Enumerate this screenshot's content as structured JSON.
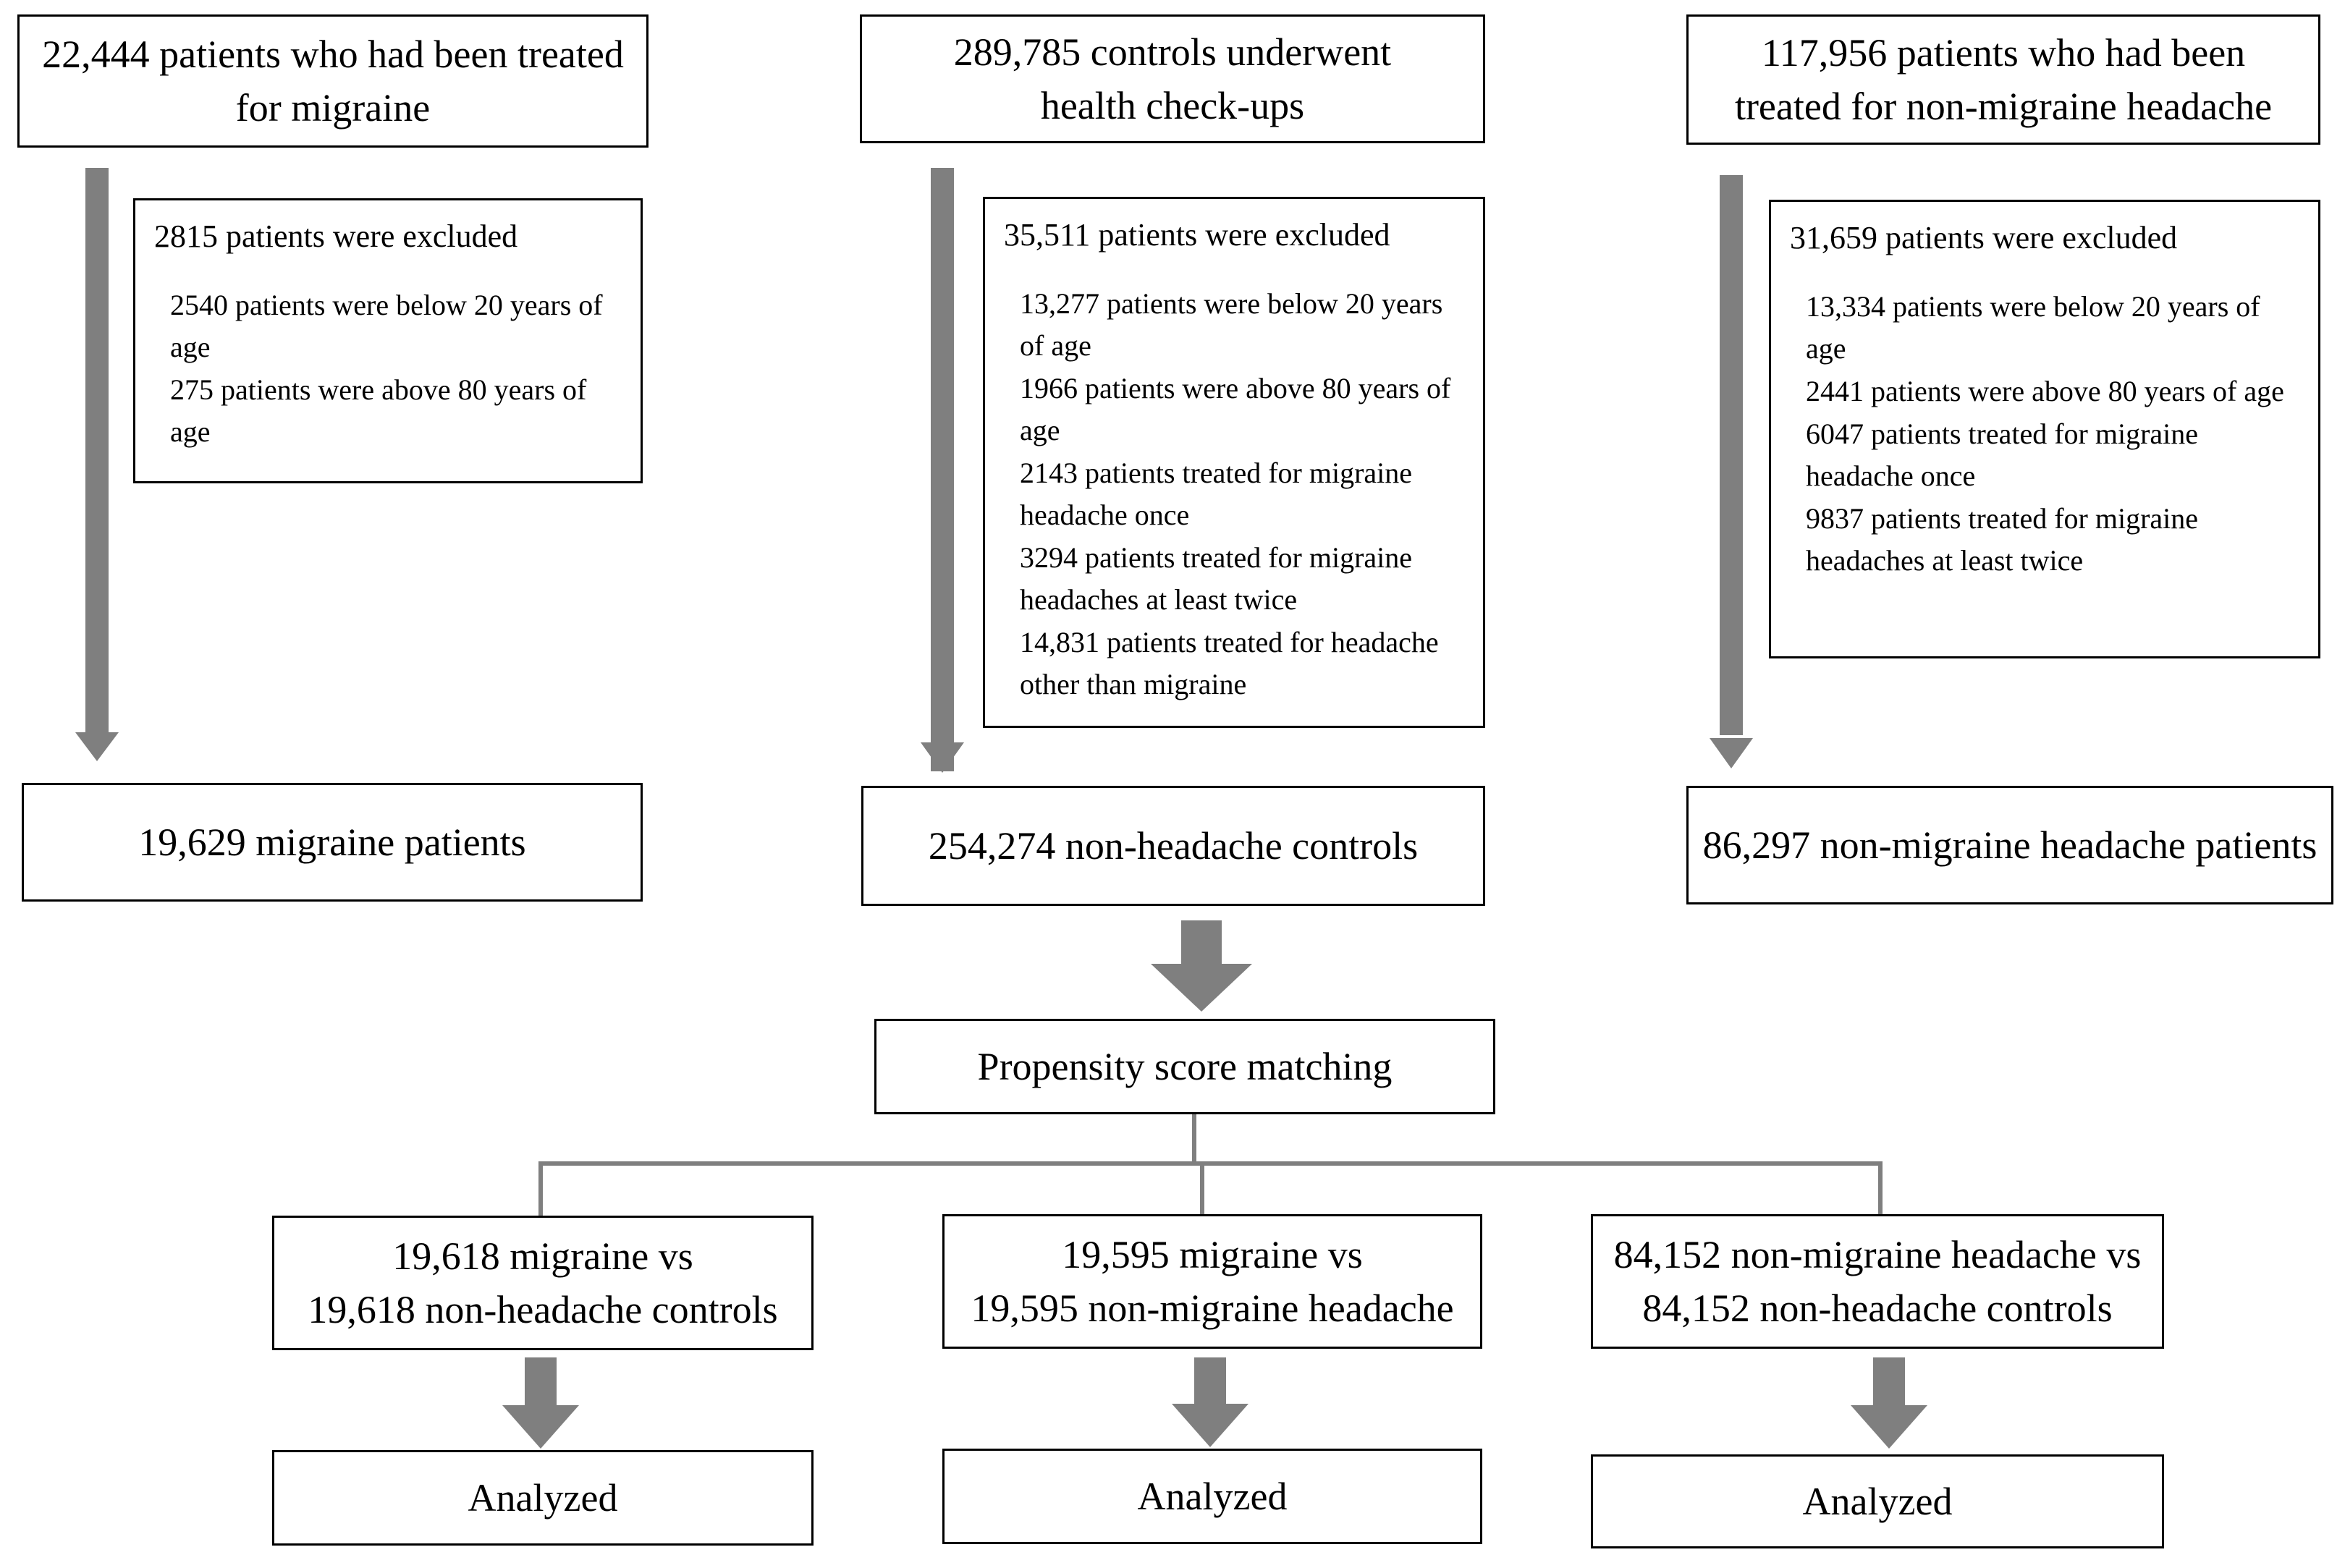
{
  "diagram": {
    "sources": [
      {
        "line1": "22,444 patients who had been treated",
        "line2": "for migraine"
      },
      {
        "line1": "289,785 controls underwent",
        "line2": "health check-ups"
      },
      {
        "line1": "117,956 patients who had been",
        "line2": "treated for non-migraine headache"
      }
    ],
    "exclusions": [
      {
        "head": "2815 patients were excluded",
        "items": [
          "2540 patients were below 20 years of age",
          "275 patients were above 80 years of age"
        ]
      },
      {
        "head": "35,511 patients were excluded",
        "items": [
          "13,277 patients were below 20 years of age",
          "1966 patients were above 80 years of age",
          "2143 patients treated for migraine headache once",
          "3294 patients treated for migraine headaches at least twice",
          "14,831 patients treated for headache other than migraine"
        ]
      },
      {
        "head": "31,659 patients were excluded",
        "items": [
          "13,334 patients were below 20 years of age",
          "2441 patients were above 80 years of age",
          "6047 patients treated for migraine headache once",
          "9837 patients treated for migraine headaches at least twice"
        ]
      }
    ],
    "cohorts": [
      "19,629 migraine patients",
      "254,274 non-headache controls",
      "86,297 non-migraine headache patients"
    ],
    "matching": "Propensity score matching",
    "comparisons": [
      {
        "line1": "19,618 migraine vs",
        "line2": "19,618 non-headache controls"
      },
      {
        "line1": "19,595 migraine vs",
        "line2": "19,595 non-migraine headache"
      },
      {
        "line1": "84,152 non-migraine headache vs",
        "line2": "84,152 non-headache controls"
      }
    ],
    "analyzed": [
      "Analyzed",
      "Analyzed",
      "Analyzed"
    ]
  }
}
